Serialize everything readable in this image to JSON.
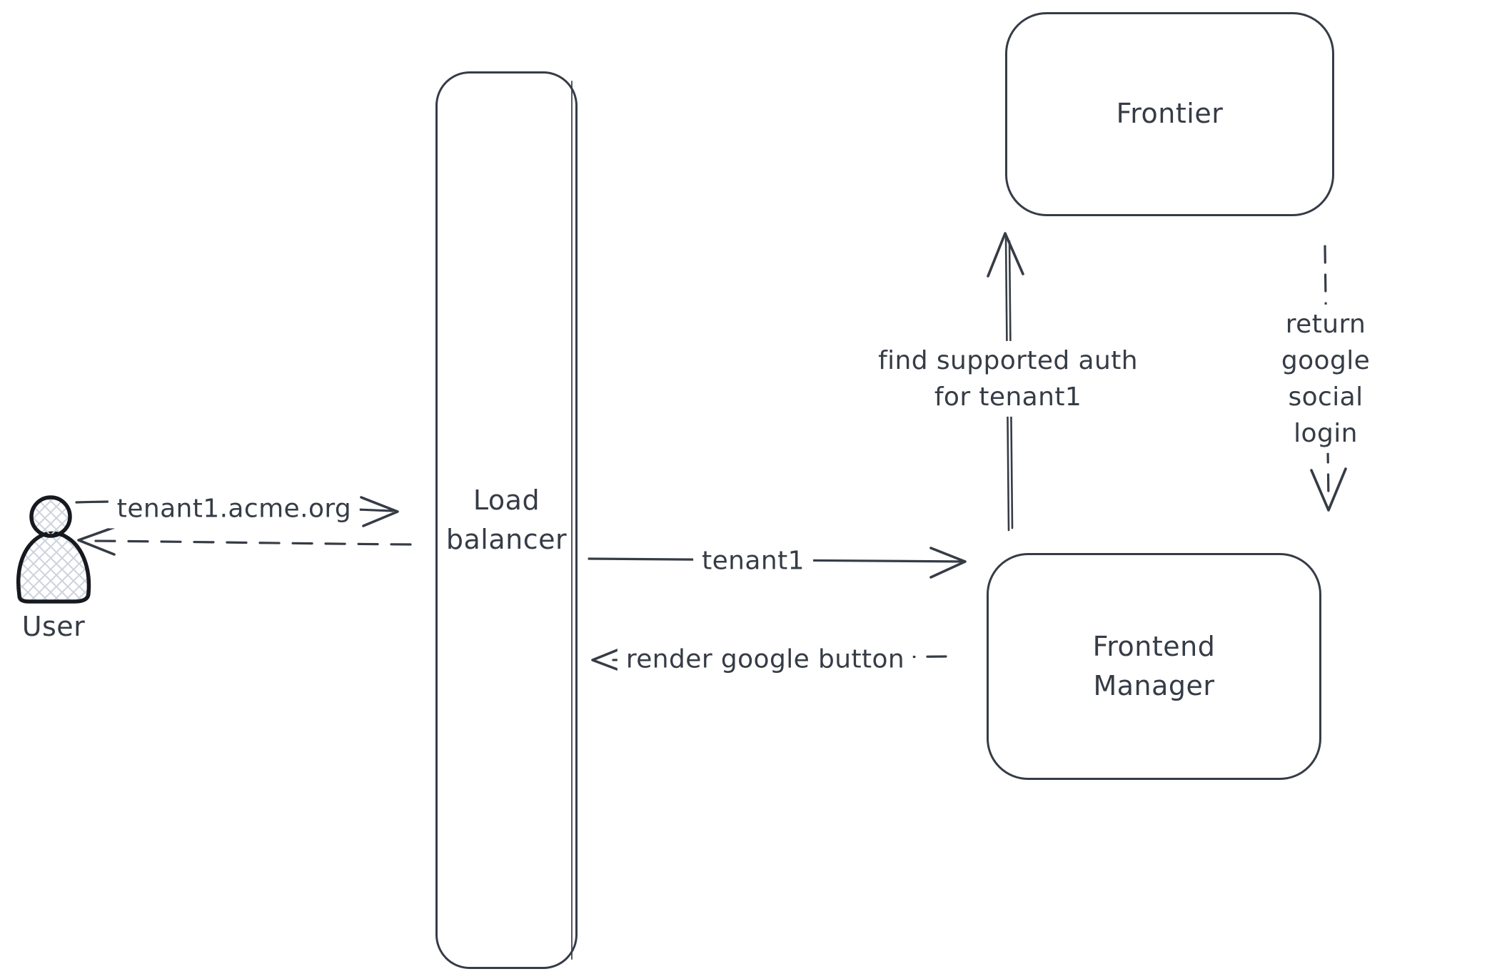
{
  "colors": {
    "stroke": "#363c46",
    "icon_stroke": "#16191f",
    "hatch": "#ccd3dd",
    "background": "#ffffff"
  },
  "actors": {
    "user": {
      "label": "User",
      "icon": "user-icon"
    }
  },
  "nodes": {
    "load_balancer": {
      "label": "Load\nbalancer"
    },
    "frontier": {
      "label": "Frontier"
    },
    "frontend_manager": {
      "label": "Frontend\nManager"
    }
  },
  "edges": {
    "request": {
      "label": "tenant1.acme.org",
      "from": "user",
      "to": "load_balancer",
      "style": "solid",
      "direction": "right"
    },
    "response": {
      "label": "",
      "from": "load_balancer",
      "to": "user",
      "style": "dashed",
      "direction": "left"
    },
    "tenant1": {
      "label": "tenant1",
      "from": "load_balancer",
      "to": "frontend_manager",
      "style": "solid",
      "direction": "right"
    },
    "render_google_button": {
      "label": "render google button",
      "from": "frontend_manager",
      "to": "load_balancer",
      "style": "dashed",
      "direction": "left"
    },
    "find_supported_auth": {
      "label": "find supported auth\nfor tenant1",
      "from": "frontend_manager",
      "to": "frontier",
      "style": "solid",
      "direction": "up"
    },
    "return_google_social_login": {
      "label": "return google social\nlogin",
      "from": "frontier",
      "to": "frontend_manager",
      "style": "dashed",
      "direction": "down"
    }
  }
}
